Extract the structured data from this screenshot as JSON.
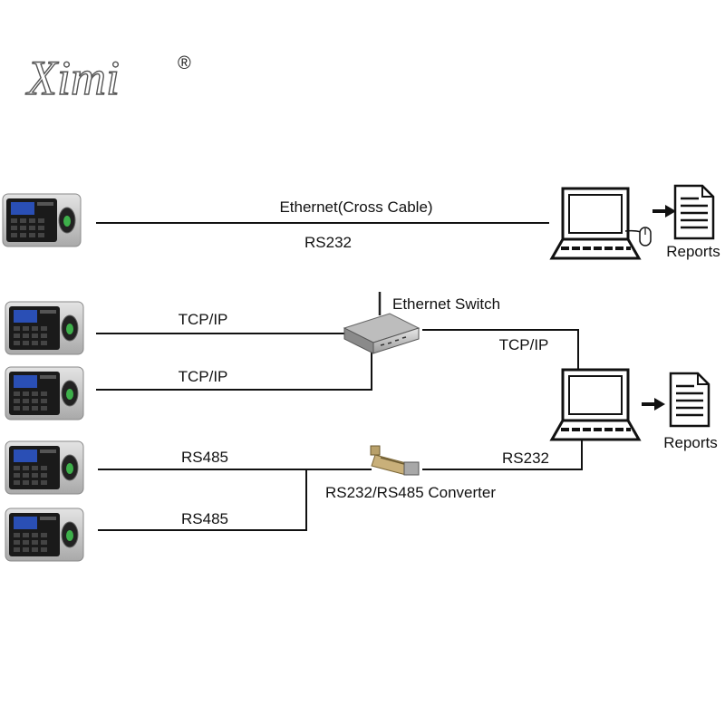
{
  "logo": {
    "text": "Ximi",
    "registered": "®"
  },
  "row1": {
    "line_top_label": "Ethernet(Cross Cable)",
    "line_bottom_label": "RS232"
  },
  "switch": {
    "label": "Ethernet Switch"
  },
  "tcp": {
    "label_1": "TCP/IP",
    "label_2": "TCP/IP",
    "label_pc": "TCP/IP"
  },
  "rs485": {
    "label_1": "RS485",
    "label_2": "RS485",
    "label_pc": "RS232"
  },
  "converter": {
    "label": "RS232/RS485 Converter"
  },
  "reports": {
    "label_1": "Reports",
    "label_2": "Reports"
  },
  "colors": {
    "device_body": "#c8c8c8",
    "device_dark": "#1a1a1a",
    "screen": "#2a4fb5",
    "line": "#111111"
  }
}
